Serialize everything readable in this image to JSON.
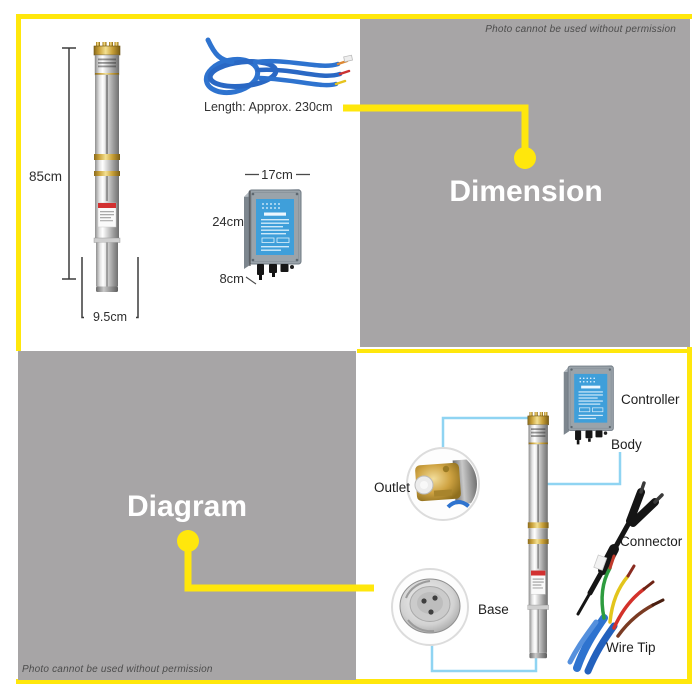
{
  "watermarks": {
    "top_right": "Photo cannot be used without permission",
    "bottom_left": "Photo cannot be used without permission"
  },
  "sections": {
    "dimension": {
      "title": "Dimension"
    },
    "diagram": {
      "title": "Diagram"
    }
  },
  "dimension_panel": {
    "pump": {
      "height": "85cm",
      "diameter": "9.5cm"
    },
    "cable": {
      "length": "Length: Approx. 230cm"
    },
    "controller": {
      "width": "17cm",
      "height": "24cm",
      "depth": "8cm"
    }
  },
  "diagram_panel": {
    "labels": {
      "controller": "Controller",
      "body": "Body",
      "outlet": "Outlet",
      "connector": "Connector",
      "base": "Base",
      "wire_tip": "Wire Tip"
    }
  },
  "colors": {
    "accent_yellow": "#ffe70c",
    "overlay_gray": "#a7a5a6",
    "callout_cyan": "#8fd4f2",
    "cable_blue": "#2e73cf",
    "label_blue": "#3f9fda",
    "brass_gold": "#caa23a"
  }
}
